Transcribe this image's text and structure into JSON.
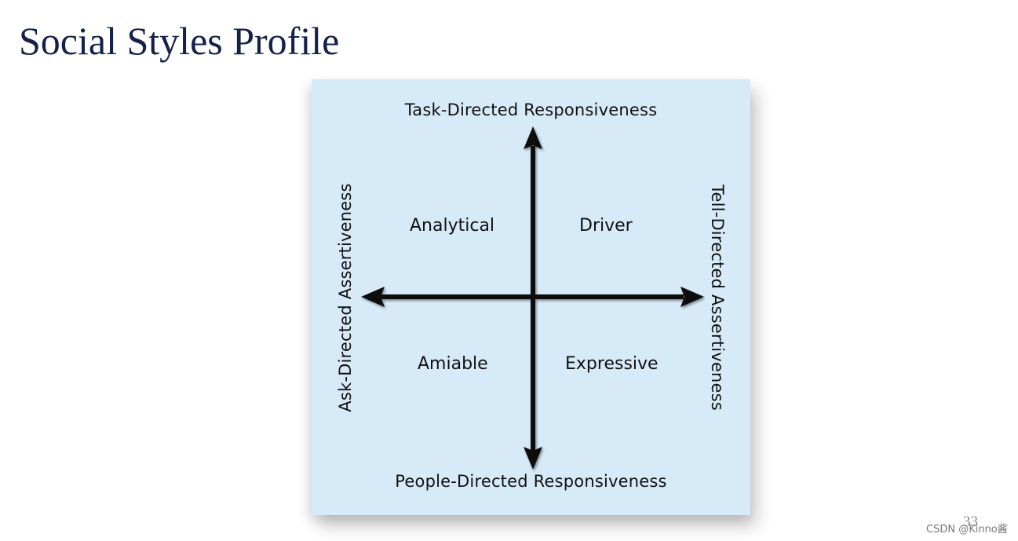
{
  "slide": {
    "title": "Social Styles Profile",
    "page_number": "33"
  },
  "diagram": {
    "axes": {
      "top": "Task-Directed Responsiveness",
      "bottom": "People-Directed Responsiveness",
      "left": "Ask-Directed Assertiveness",
      "right": "Tell-Directed Assertiveness"
    },
    "quadrants": {
      "top_left": "Analytical",
      "top_right": "Driver",
      "bottom_left": "Amiable",
      "bottom_right": "Expressive"
    },
    "colors": {
      "panel_background": "#d7eaf8",
      "arrow": "#0d0d0d",
      "title": "#12224a"
    }
  },
  "watermark": {
    "text": "CSDN @Kinno酱"
  }
}
